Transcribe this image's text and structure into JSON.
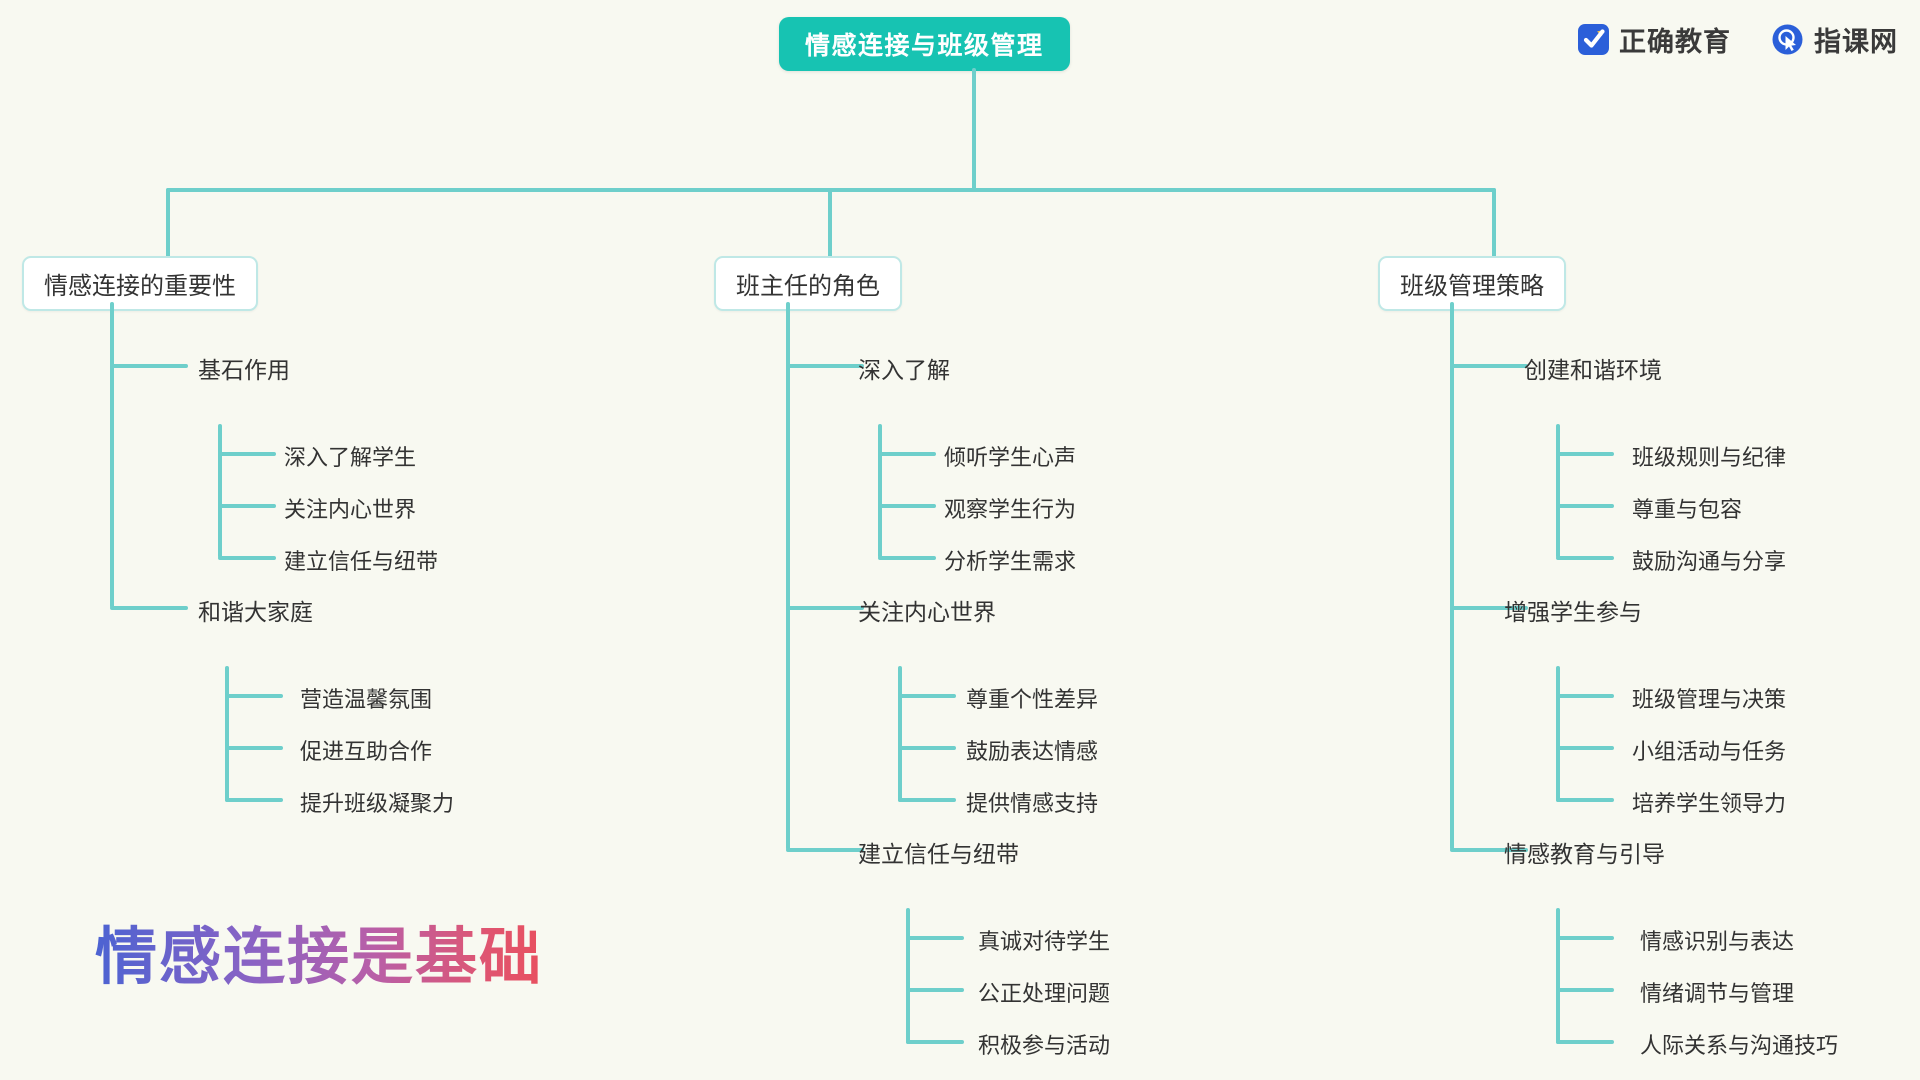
{
  "brand": {
    "items": [
      {
        "icon": "check-badge-icon",
        "name": "正确教育"
      },
      {
        "icon": "cursor-circle-icon",
        "name": "指课网"
      }
    ]
  },
  "colors": {
    "background": "#F8F9F1",
    "root_fill": "#17C3B2",
    "root_text": "#FFFFFF",
    "connector": "#6ECFCB",
    "node_border": "#BFE8E6",
    "node_fill": "#FFFFFF",
    "text": "#333333",
    "brand_blue": "#2B5FD9",
    "headline_gradient_from": "#4C63D2",
    "headline_gradient_mid": "#B85FA8",
    "headline_gradient_to": "#E8505F"
  },
  "mindmap": {
    "root": "情感连接与班级管理",
    "branches": [
      {
        "title": "情感连接的重要性",
        "groups": [
          {
            "label": "基石作用",
            "children": [
              "深入了解学生",
              "关注内心世界",
              "建立信任与纽带"
            ]
          },
          {
            "label": "和谐大家庭",
            "children": [
              "营造温馨氛围",
              "促进互助合作",
              "提升班级凝聚力"
            ]
          }
        ]
      },
      {
        "title": "班主任的角色",
        "groups": [
          {
            "label": "深入了解",
            "children": [
              "倾听学生心声",
              "观察学生行为",
              "分析学生需求"
            ]
          },
          {
            "label": "关注内心世界",
            "children": [
              "尊重个性差异",
              "鼓励表达情感",
              "提供情感支持"
            ]
          },
          {
            "label": "建立信任与纽带",
            "children": [
              "真诚对待学生",
              "公正处理问题",
              "积极参与活动"
            ]
          }
        ]
      },
      {
        "title": "班级管理策略",
        "groups": [
          {
            "label": "创建和谐环境",
            "children": [
              "班级规则与纪律",
              "尊重与包容",
              "鼓励沟通与分享"
            ]
          },
          {
            "label": "增强学生参与",
            "children": [
              "班级管理与决策",
              "小组活动与任务",
              "培养学生领导力"
            ]
          },
          {
            "label": "情感教育与引导",
            "children": [
              "情感识别与表达",
              "情绪调节与管理",
              "人际关系与沟通技巧"
            ]
          }
        ]
      }
    ]
  },
  "headline": "情感连接是基础"
}
